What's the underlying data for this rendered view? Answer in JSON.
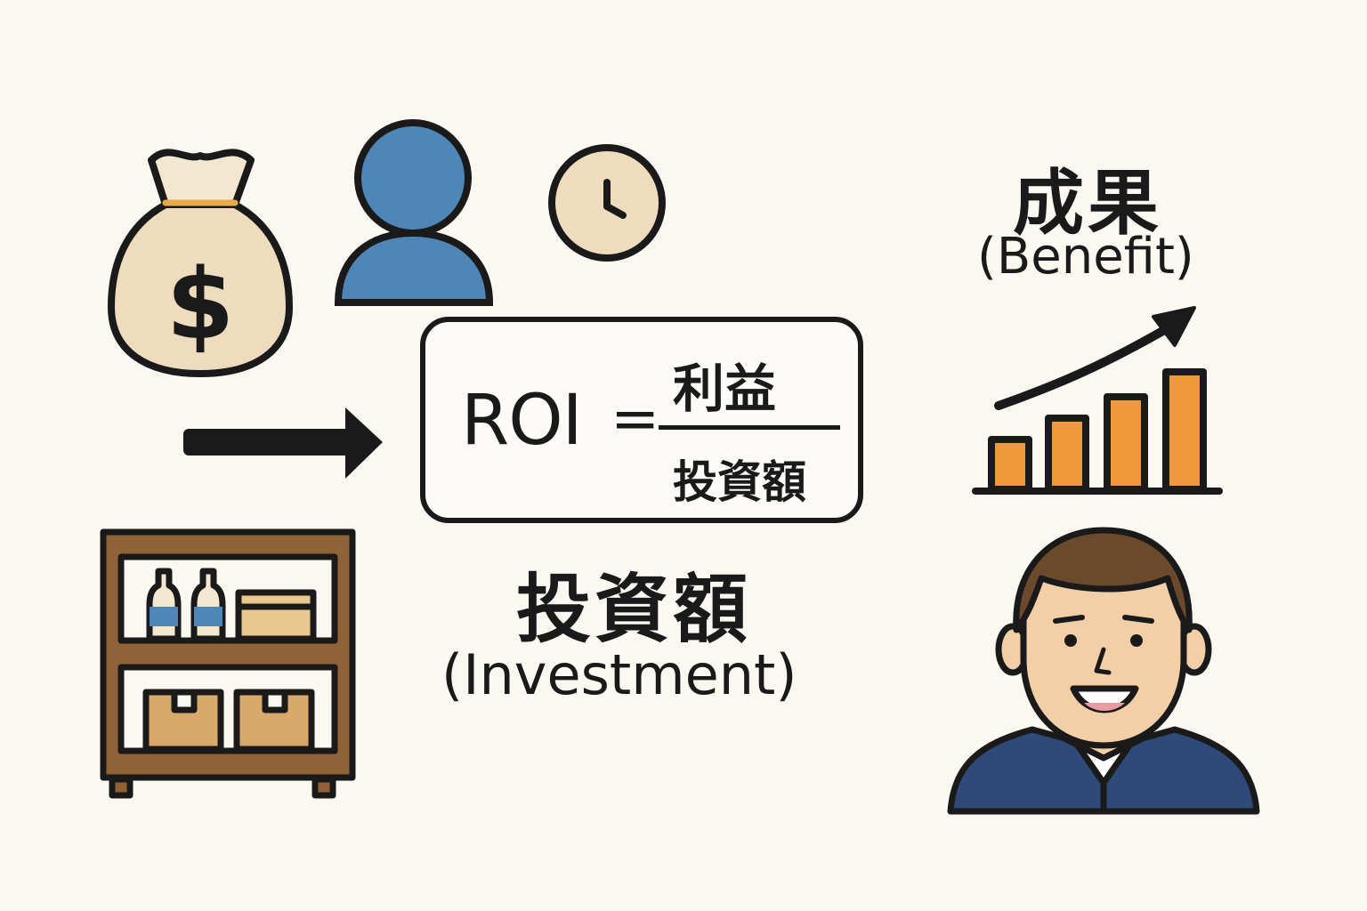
{
  "formula": {
    "lhs": "ROI",
    "equals": "=",
    "numerator": "利益",
    "denominator": "投資額"
  },
  "investment": {
    "label_jp": "投資額",
    "label_en": "(Investment)"
  },
  "benefit": {
    "label_jp": "成果",
    "label_en": "(Benefit)"
  },
  "icons": {
    "money": "money-bag-icon",
    "person": "person-icon",
    "time": "clock-icon",
    "inventory": "shelf-icon",
    "arrow": "right-arrow-icon",
    "growth": "bar-chart-icon",
    "businessman": "businessman-icon"
  },
  "colors": {
    "outline": "#1a1a1a",
    "beige": "#efdcbf",
    "blue": "#4f86b8",
    "orange": "#f0993a",
    "wood": "#8f6238",
    "suit": "#2f4a78",
    "skin": "#f3cfa8",
    "hair": "#6b4a2c"
  }
}
